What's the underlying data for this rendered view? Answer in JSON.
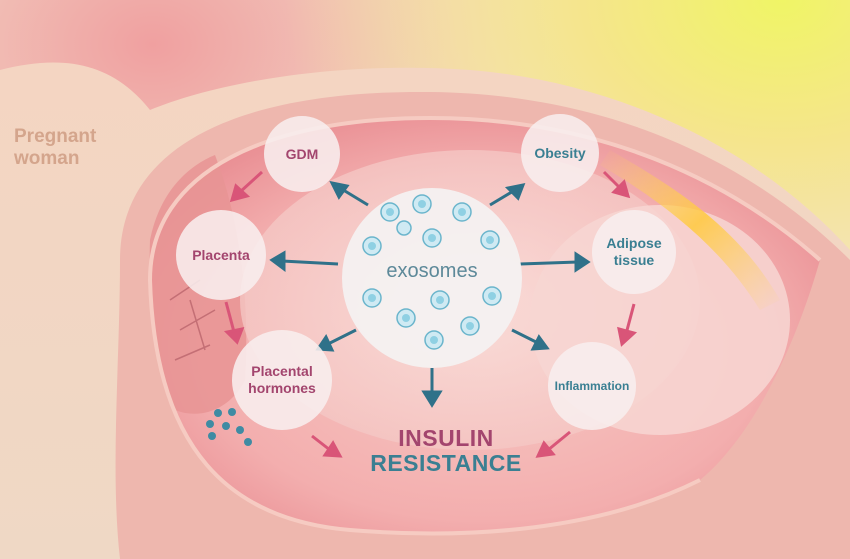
{
  "woman_label": [
    "Pregnant",
    "woman"
  ],
  "nodes": {
    "gdm": "GDM",
    "obesity": "Obesity",
    "placenta": "Placenta",
    "adipose": [
      "Adipose",
      "tissue"
    ],
    "placental_hormones": [
      "Placental",
      "hormones"
    ],
    "inflammation": "Inflammation"
  },
  "center_label": "exosomes",
  "outcome": [
    "INSULIN",
    "RESISTANCE"
  ],
  "colors": {
    "pink_text": "#a3456e",
    "teal_text": "#3a7f92",
    "teal_arrow": "#2f7189",
    "pink_arrow": "#d95578"
  }
}
